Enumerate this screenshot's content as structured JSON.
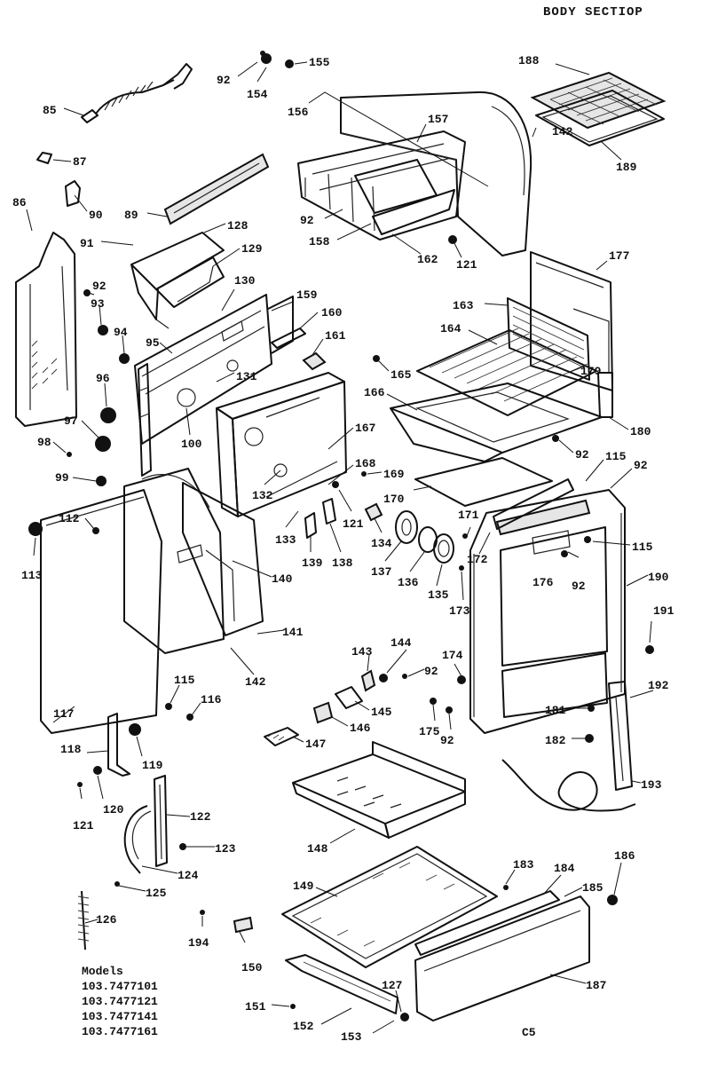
{
  "header": {
    "title": "BODY SECTIOΡ"
  },
  "footer": {
    "code": "C5"
  },
  "models": {
    "heading": "Models",
    "items": [
      "103.7477101",
      "103.7477121",
      "103.7477141",
      "103.7477161"
    ]
  },
  "labels": {
    "l85": "85",
    "l87": "87",
    "l86": "86",
    "l90": "90",
    "l89": "89",
    "l91": "91",
    "l92a": "92",
    "l154": "154",
    "l155": "155",
    "l156": "156",
    "l157": "157",
    "l128": "128",
    "l129": "129",
    "l130": "130",
    "l159": "159",
    "l160": "160",
    "l92b": "92",
    "l93": "93",
    "l94": "94",
    "l95": "95",
    "l131": "131",
    "l96": "96",
    "l97": "97",
    "l98": "98",
    "l99": "99",
    "l100": "100",
    "l112": "112",
    "l113": "113",
    "l161": "161",
    "l165": "165",
    "l166": "166",
    "l167": "167",
    "l168": "168",
    "l169": "169",
    "l132": "132",
    "l133": "133",
    "l139": "139",
    "l138": "138",
    "l121a": "121",
    "l134": "134",
    "l137": "137",
    "l136": "136",
    "l135": "135",
    "l170": "170",
    "l171": "171",
    "l172": "172",
    "l173": "173",
    "l140": "140",
    "l141": "141",
    "l142a": "142",
    "l188": "188",
    "l142b": "142",
    "l189": "189",
    "l92c": "92",
    "l158": "158",
    "l162": "162",
    "l121b": "121",
    "l177": "177",
    "l163": "163",
    "l164": "164",
    "l179": "179",
    "l180": "180",
    "l92d": "92",
    "l115a": "115",
    "l92e": "92",
    "l115b": "115",
    "l176": "176",
    "l92f": "92",
    "l190": "190",
    "l191": "191",
    "l143": "143",
    "l144": "144",
    "l92g": "92",
    "l174": "174",
    "l145": "145",
    "l146": "146",
    "l147": "147",
    "l175": "175",
    "l92h": "92",
    "l181": "181",
    "l182": "182",
    "l192": "192",
    "l193": "193",
    "l117": "117",
    "l115c": "115",
    "l116": "116",
    "l118": "118",
    "l119": "119",
    "l120": "120",
    "l121c": "121",
    "l122": "122",
    "l123": "123",
    "l124": "124",
    "l125": "125",
    "l126": "126",
    "l194": "194",
    "l150": "150",
    "l148": "148",
    "l149": "149",
    "l183": "183",
    "l184": "184",
    "l185": "185",
    "l186": "186",
    "l187": "187",
    "l127": "127",
    "l151": "151",
    "l152": "152",
    "l153": "153"
  }
}
